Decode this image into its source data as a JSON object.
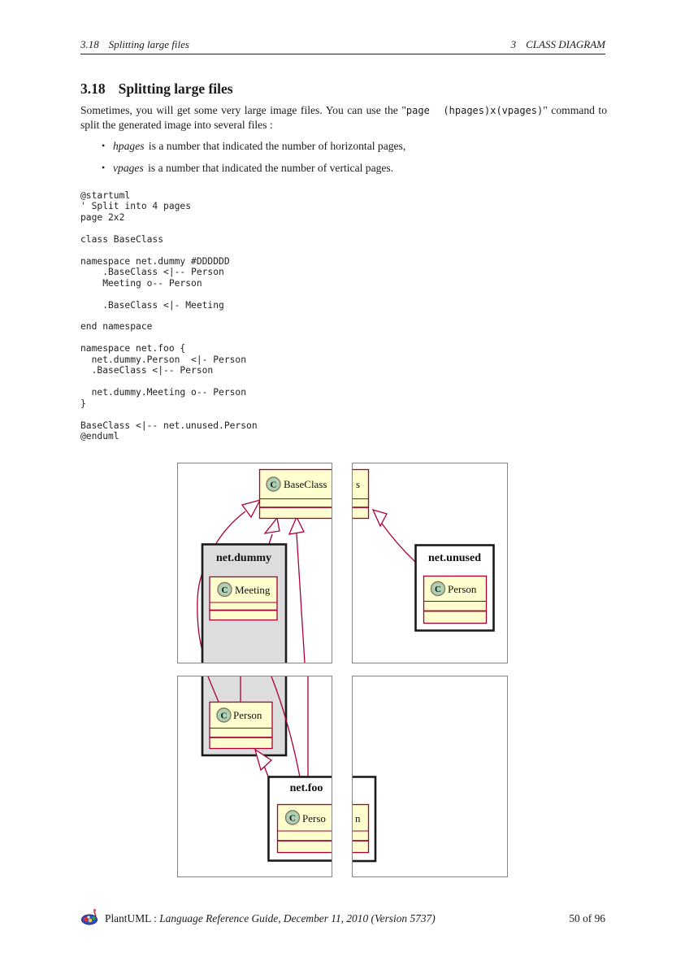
{
  "header": {
    "section_number": "3.18",
    "section_title": "Splitting large files",
    "chapter_number": "3",
    "chapter_title": "CLASS DIAGRAM"
  },
  "heading": {
    "number": "3.18",
    "title": "Splitting large files"
  },
  "intro": {
    "before_code": "Sometimes, you will get some very large image files. You can use the \"",
    "inline_code": "page  (hpages)x(vpages)",
    "after_code": "\" command to split the generated image into several files :"
  },
  "bullets": [
    {
      "marker": "•",
      "term": "hpages",
      "rest": " is a number that indicated the number of horizontal pages,"
    },
    {
      "marker": "•",
      "term": "vpages",
      "rest": " is a number that indicated the number of vertical pages."
    }
  ],
  "code": {
    "text": "@startuml\n' Split into 4 pages\npage 2x2\n\nclass BaseClass\n\nnamespace net.dummy #DDDDDD\n    .BaseClass <|-- Person\n    Meeting o-- Person\n\n    .BaseClass <|- Meeting\n\nend namespace\n\nnamespace net.foo {\n  net.dummy.Person  <|- Person\n  .BaseClass <|-- Person\n\n  net.dummy.Meeting o-- Person\n}\n\nBaseClass <|-- net.unused.Person\n@enduml"
  },
  "diagram": {
    "colors": {
      "class_fill": "#FEFECE",
      "class_border": "#A80036",
      "namespace_gray": "#DDDDDD",
      "arrow": "#A80036",
      "circle_fill": "#ADD1B2",
      "circle_ring": "#8B7765",
      "panel_border": "#848484"
    },
    "labels": {
      "class_letter": "C",
      "base_class": "BaseClass",
      "base_class_clip": "s",
      "meeting": "Meeting",
      "person": "Person",
      "person_clip_left": "Perso",
      "person_clip_right": "n",
      "net_dummy": "net.dummy",
      "net_unused": "net.unused",
      "net_foo": "net.foo"
    }
  },
  "footer": {
    "product": "PlantUML : ",
    "doc_title": "Language Reference Guide, December 11, 2010 (Version 5737)",
    "page_info": "50 of 96"
  }
}
